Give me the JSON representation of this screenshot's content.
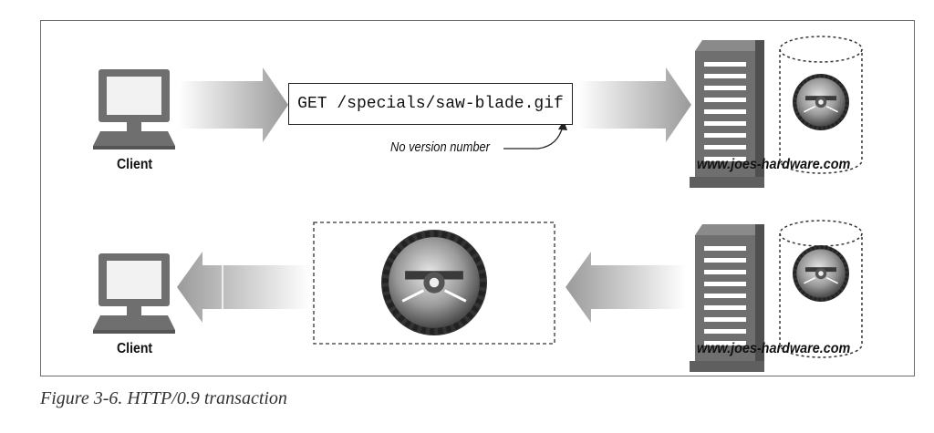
{
  "request": {
    "line": "GET /specials/saw-blade.gif",
    "annotation": "No version number"
  },
  "nodes": {
    "client_top": "Client",
    "client_bottom": "Client",
    "server_top": "www.joes-hardware.com",
    "server_bottom": "www.joes-hardware.com"
  },
  "caption": "Figure 3-6. HTTP/0.9 transaction",
  "icons": [
    "computer-icon",
    "server-icon",
    "database-icon",
    "saw-blade-image",
    "arrow-right",
    "arrow-left"
  ]
}
